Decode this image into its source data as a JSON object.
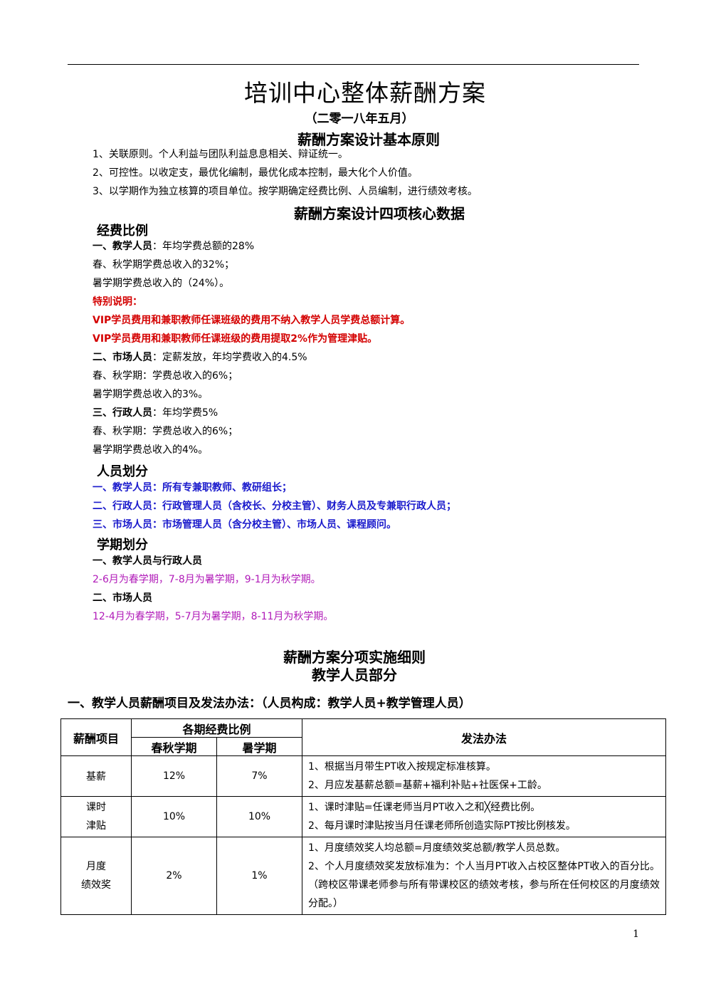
{
  "title": "培训中心整体薪酬方案",
  "subtitle": "（二零一八年五月）",
  "principles": {
    "heading": "薪酬方案设计基本原则",
    "items": [
      "1、关联原则。个人利益与团队利益息息相关、辩证统一。",
      "2、可控性。以收定支，最优化编制，最优化成本控制，最大化个人价值。",
      "3、以学期作为独立核算的项目单位。按学期确定经费比例、人员编制，进行绩效考核。"
    ]
  },
  "core": {
    "heading": "薪酬方案设计四项核心数据",
    "funding": {
      "heading": "经费比例",
      "teaching_label": "一、教学人员",
      "teaching_text": "：年均学费总额的28%",
      "teaching_l1": "春、秋学期学费总收入的32%；",
      "teaching_l2": "暑学期学费总收入的（24%）。",
      "special_label": "特别说明：",
      "special_1": "VIP学员费用和兼职教师任课班级的费用不纳入教学人员学费总额计算。",
      "special_2": "VIP学员费用和兼职教师任课班级的费用提取2%作为管理津贴。",
      "market_label": "二、市场人员",
      "market_text": "：定薪发放，年均学费收入的4.5%",
      "market_l1": "春、秋学期：学费总收入的6%；",
      "market_l2": "暑学期学费总收入的3%。",
      "admin_label": "三、行政人员",
      "admin_text": "：年均学费5%",
      "admin_l1": "春、秋学期：学费总收入的6%；",
      "admin_l2": "暑学期学费总收入的4%。"
    },
    "staff": {
      "heading": "人员划分",
      "items": [
        "一、教学人员：所有专兼职教师、教研组长；",
        "二、行政人员：行政管理人员（含校长、分校主管）、财务人员及专兼职行政人员；",
        "三、市场人员：市场管理人员（含分校主管）、市场人员、课程顾问。"
      ]
    },
    "terms": {
      "heading": "学期划分",
      "g1_label": "一、教学人员与行政人员",
      "g1_text": "2-6月为春学期，7-8月为暑学期，9-1月为秋学期。",
      "g2_label": "二、市场人员",
      "g2_text": "12-4月为春学期，5-7月为暑学期，8-11月为秋学期。"
    }
  },
  "details": {
    "heading1": "薪酬方案分项实施细则",
    "heading2": "教学人员部分",
    "section_title": "一、教学人员薪酬项目及发法办法：（人员构成：教学人员+教学管理人员）",
    "table": {
      "h_item": "薪酬项目",
      "h_ratio": "各期经费比例",
      "h_spring_autumn": "春秋学期",
      "h_summer": "暑学期",
      "h_method": "发法办法",
      "rows": [
        {
          "item": "基薪",
          "spring_autumn": "12%",
          "summer": "7%",
          "methods": [
            "1、根据当月带生PT收入按规定标准核算。",
            "2、月应发基薪总额=基薪+福利补贴+社医保+工龄。"
          ]
        },
        {
          "item_l1": "课时",
          "item_l2": "津贴",
          "spring_autumn": "10%",
          "summer": "10%",
          "methods": [
            "1、课时津贴=任课老师当月PT收入之和╳经费比例。",
            "2、每月课时津贴按当月任课老师所创造实际PT按比例核发。"
          ]
        },
        {
          "item_l1": "月度",
          "item_l2": "绩效奖",
          "spring_autumn": "2%",
          "summer": "1%",
          "methods": [
            "1、月度绩效奖人均总额=月度绩效奖总额/教学人员总数。",
            "2、个人月度绩效奖发放标准为：个人当月PT收入占校区整体PT收入的百分比。（跨校区带课老师参与所有带课校区的绩效考核，参与所在任何校区的月度绩效分配。）"
          ]
        }
      ]
    }
  },
  "page_number": "1"
}
